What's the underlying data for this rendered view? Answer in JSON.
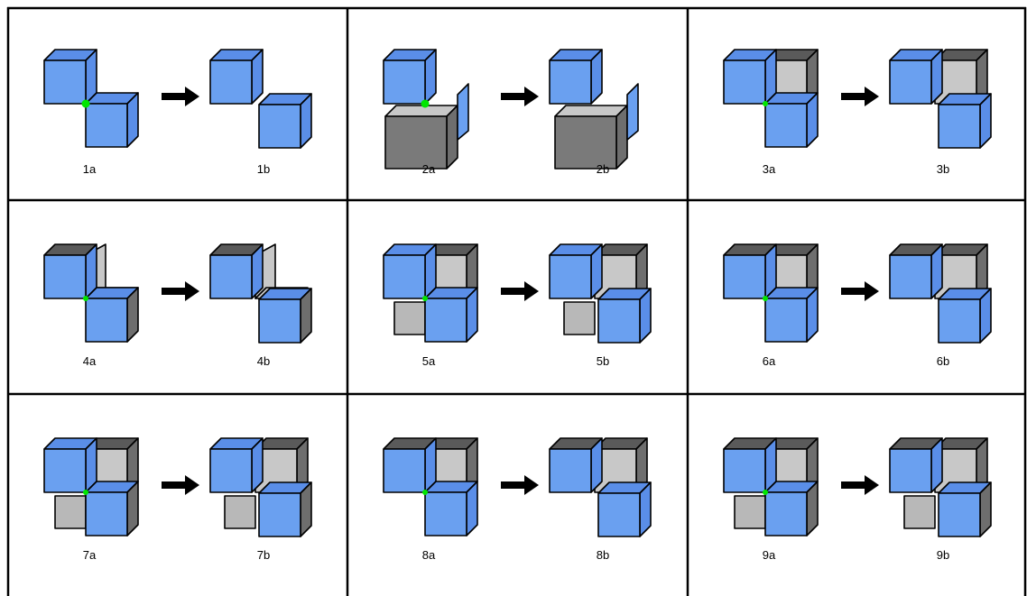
{
  "colors": {
    "blue_front": "#6aa0f0",
    "blue_side": "#5a8ee8",
    "gray_front": "#c8c8c8",
    "gray_side": "#6e6e6e",
    "gray_top": "#5a5a5a",
    "light_gray": "#b8b8b8",
    "vertex": "#00e600",
    "border": "#000000"
  },
  "cells": [
    {
      "label_a": "1a",
      "label_b": "1b",
      "variant": 1
    },
    {
      "label_a": "2a",
      "label_b": "2b",
      "variant": 2
    },
    {
      "label_a": "3a",
      "label_b": "3b",
      "variant": 3
    },
    {
      "label_a": "4a",
      "label_b": "4b",
      "variant": 4
    },
    {
      "label_a": "5a",
      "label_b": "5b",
      "variant": 5
    },
    {
      "label_a": "6a",
      "label_b": "6b",
      "variant": 6
    },
    {
      "label_a": "7a",
      "label_b": "7b",
      "variant": 7
    },
    {
      "label_a": "8a",
      "label_b": "8b",
      "variant": 8
    },
    {
      "label_a": "9a",
      "label_b": "9b",
      "variant": 9
    }
  ]
}
